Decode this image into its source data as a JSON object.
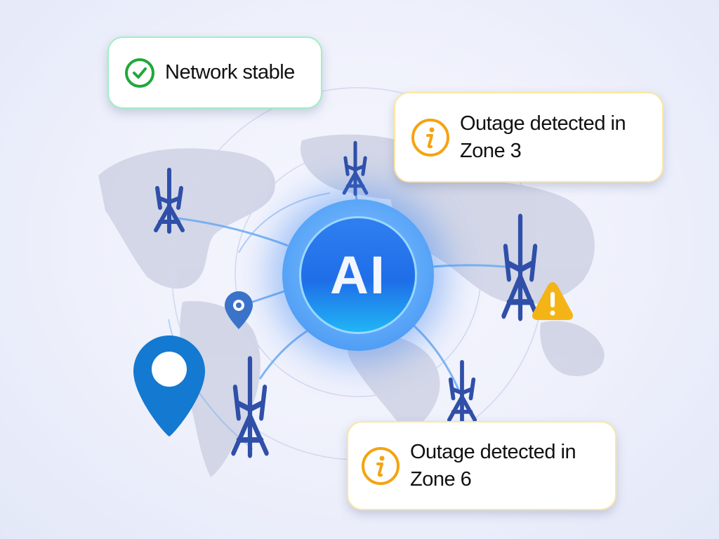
{
  "hub": {
    "label": "AI"
  },
  "cards": [
    {
      "id": "network-stable",
      "text_line1": "Network stable",
      "text_line2": "",
      "icon": "check-circle-icon",
      "accent": "#1fa83a",
      "border": "#9ef0c2"
    },
    {
      "id": "outage-zone-3",
      "text_line1": "Outage detected in",
      "text_line2": "Zone 3",
      "icon": "info-circle-icon",
      "accent": "#f5a312",
      "border": "#fbe7a3"
    },
    {
      "id": "outage-zone-6",
      "text_line1": "Outage detected in",
      "text_line2": "Zone 6",
      "icon": "info-circle-icon",
      "accent": "#f5a312",
      "border": "#fbe7a3"
    }
  ],
  "colors": {
    "tower": "#2f4fa8",
    "pin": "#1479d0",
    "warning": "#f5b416",
    "link": "#6aaaf2"
  }
}
